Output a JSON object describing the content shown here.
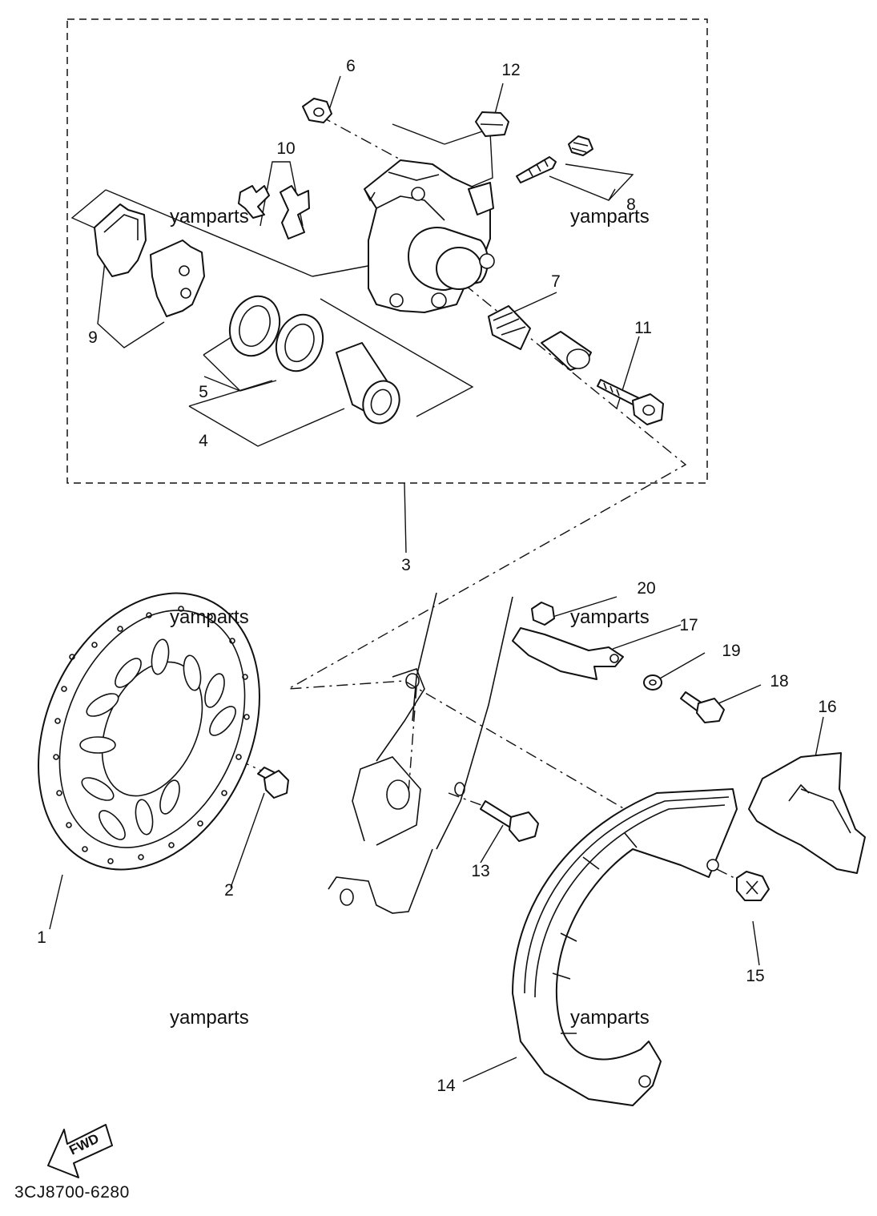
{
  "diagram": {
    "part_numbers": [
      "1",
      "2",
      "3",
      "4",
      "5",
      "6",
      "7",
      "8",
      "9",
      "10",
      "11",
      "12",
      "13",
      "14",
      "15",
      "16",
      "17",
      "18",
      "19",
      "20"
    ],
    "watermark": "yamparts",
    "direction_label": "FWD",
    "drawing_code": "3CJ8700-6280"
  }
}
